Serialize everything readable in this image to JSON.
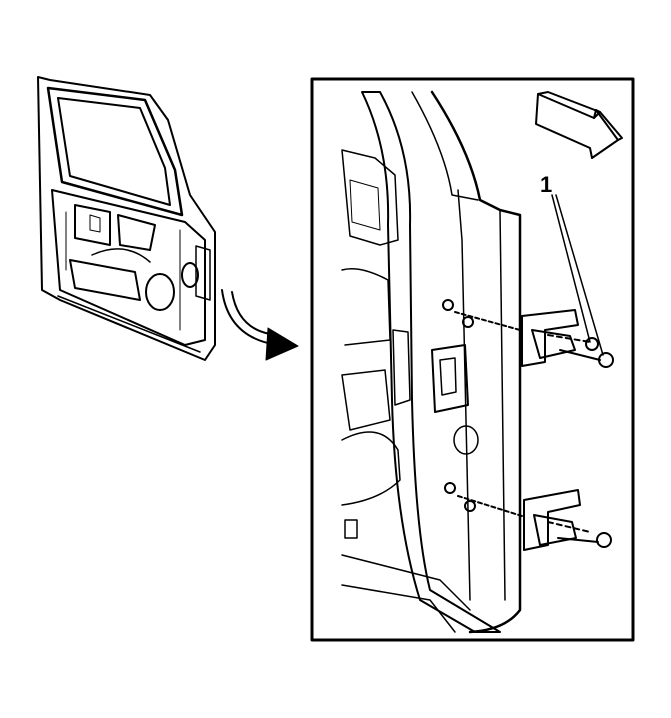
{
  "diagram": {
    "callouts": [
      {
        "label": "1",
        "target": "hinge-bolts"
      }
    ],
    "panels": {
      "overview": {
        "subject": "front-door-assembly"
      },
      "detail": {
        "subject": "door-hinge-attachment"
      }
    },
    "icons": [
      "vehicle-front-direction-arrow-icon",
      "detail-pointer-arrow-icon"
    ],
    "colors": {
      "line": "#000000",
      "background": "#ffffff"
    }
  }
}
